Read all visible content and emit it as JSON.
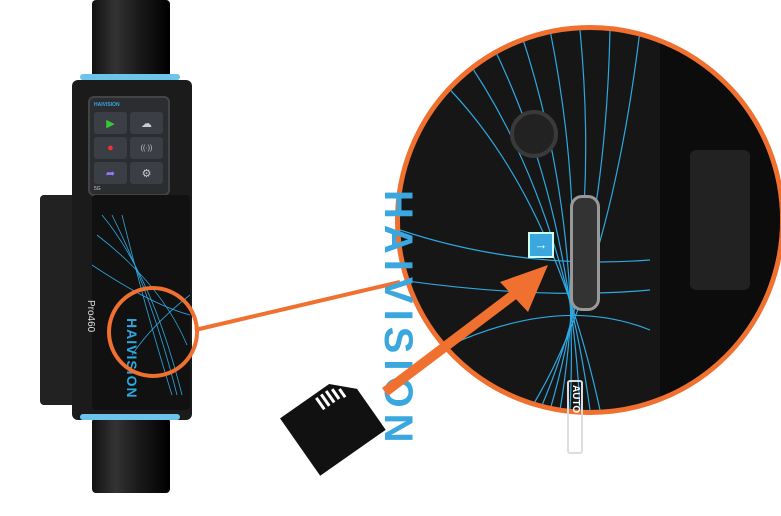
{
  "device": {
    "brand": "HAIVISION",
    "model": "Pro460",
    "network": "5G",
    "screen_buttons": [
      "▶",
      "☁",
      "●",
      "((·))",
      "➦",
      "⚙"
    ]
  },
  "callout": {
    "label": "AUTO START",
    "logo": "HAIVISION",
    "accent": "#f07030",
    "brand_color": "#3aa7de"
  }
}
